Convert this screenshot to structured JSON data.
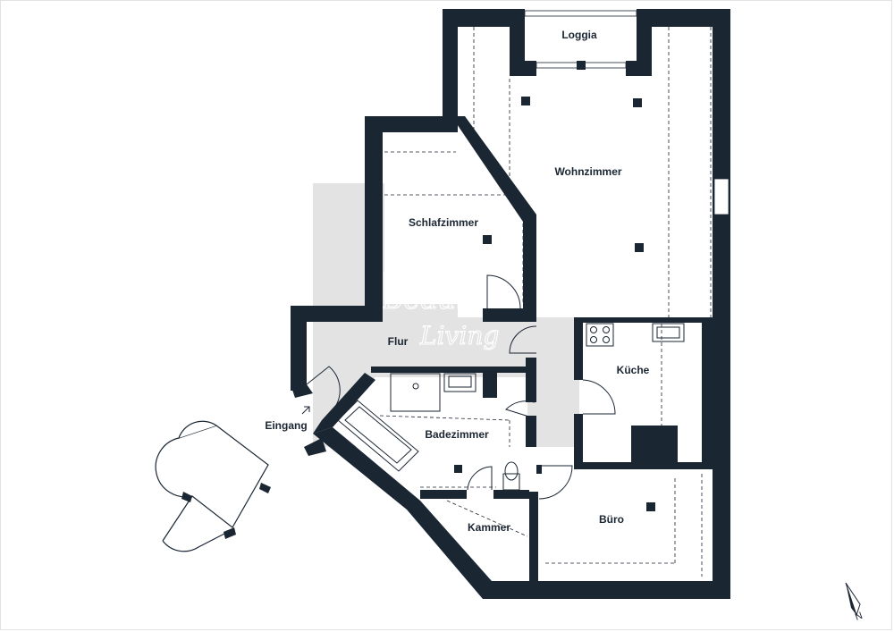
{
  "rooms": {
    "loggia": "Loggia",
    "wohnzimmer": "Wohnzimmer",
    "schlafzimmer": "Schlafzimmer",
    "flur": "Flur",
    "kueche": "Küche",
    "eingang": "Eingang",
    "badezimmer": "Badezimmer",
    "kammer": "Kammer",
    "buero": "Büro"
  },
  "watermark": {
    "line1": "Beautiful",
    "line2": "Living"
  },
  "compass": {
    "north": "N"
  },
  "colors": {
    "wall": "#1b2633",
    "watermark_box": "#e3e3e3",
    "furniture_line": "#1b2633"
  }
}
